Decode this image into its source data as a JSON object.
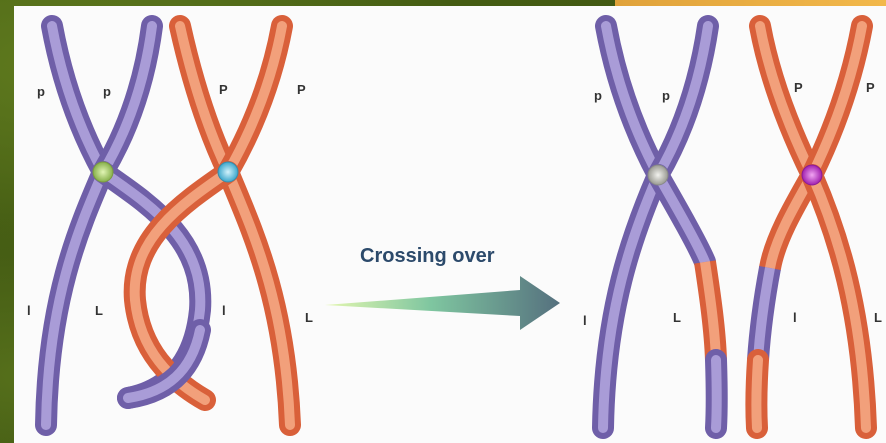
{
  "caption": "Crossing over",
  "labels": {
    "p_small": "p",
    "p_big": "P",
    "l_small": "l",
    "l_big": "L"
  },
  "colors": {
    "purple": "#9b8ccc",
    "purple_dark": "#6f5fa8",
    "orange": "#f08a5d",
    "orange_dark": "#d9603a",
    "centromere_green": "#a9cf6b",
    "centromere_blue": "#6fc3df",
    "centromere_gray": "#b8b8b0",
    "centromere_magenta": "#c03ec8",
    "arrow_start": "#d7f0a0",
    "arrow_end": "#5c7d8c"
  }
}
